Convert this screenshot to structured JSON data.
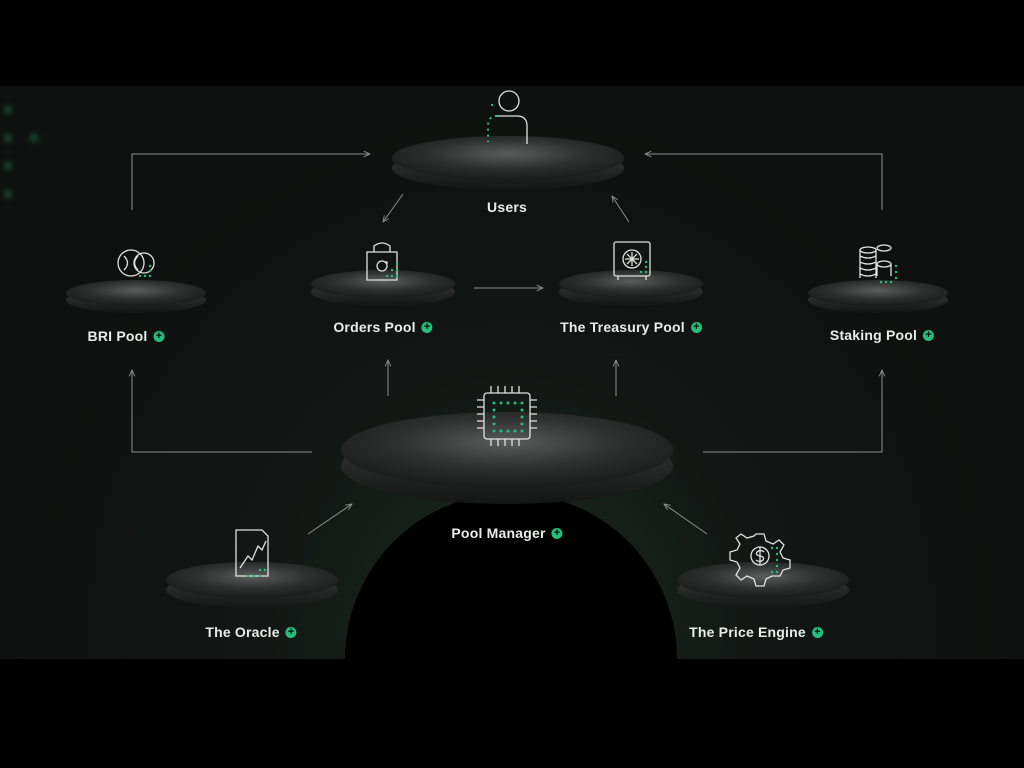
{
  "nodes": {
    "users": {
      "label": "Users"
    },
    "bri_pool": {
      "label": "BRI Pool"
    },
    "orders_pool": {
      "label": "Orders Pool"
    },
    "treasury_pool": {
      "label": "The Treasury Pool"
    },
    "staking_pool": {
      "label": "Staking Pool"
    },
    "pool_manager": {
      "label": "Pool Manager"
    },
    "oracle": {
      "label": "The Oracle"
    },
    "price_engine": {
      "label": "The Price Engine"
    }
  },
  "plus_symbol": "+",
  "colors": {
    "accent": "#22c07a",
    "line": "#8a8f8c",
    "label": "#e9ece9"
  },
  "icons": {
    "users": "user-icon",
    "bri_pool": "coin-swap-icon",
    "orders_pool": "shopping-bag-icon",
    "treasury_pool": "vault-icon",
    "staking_pool": "coin-stack-icon",
    "pool_manager": "cpu-chip-icon",
    "oracle": "chart-card-icon",
    "price_engine": "gear-dollar-icon"
  }
}
